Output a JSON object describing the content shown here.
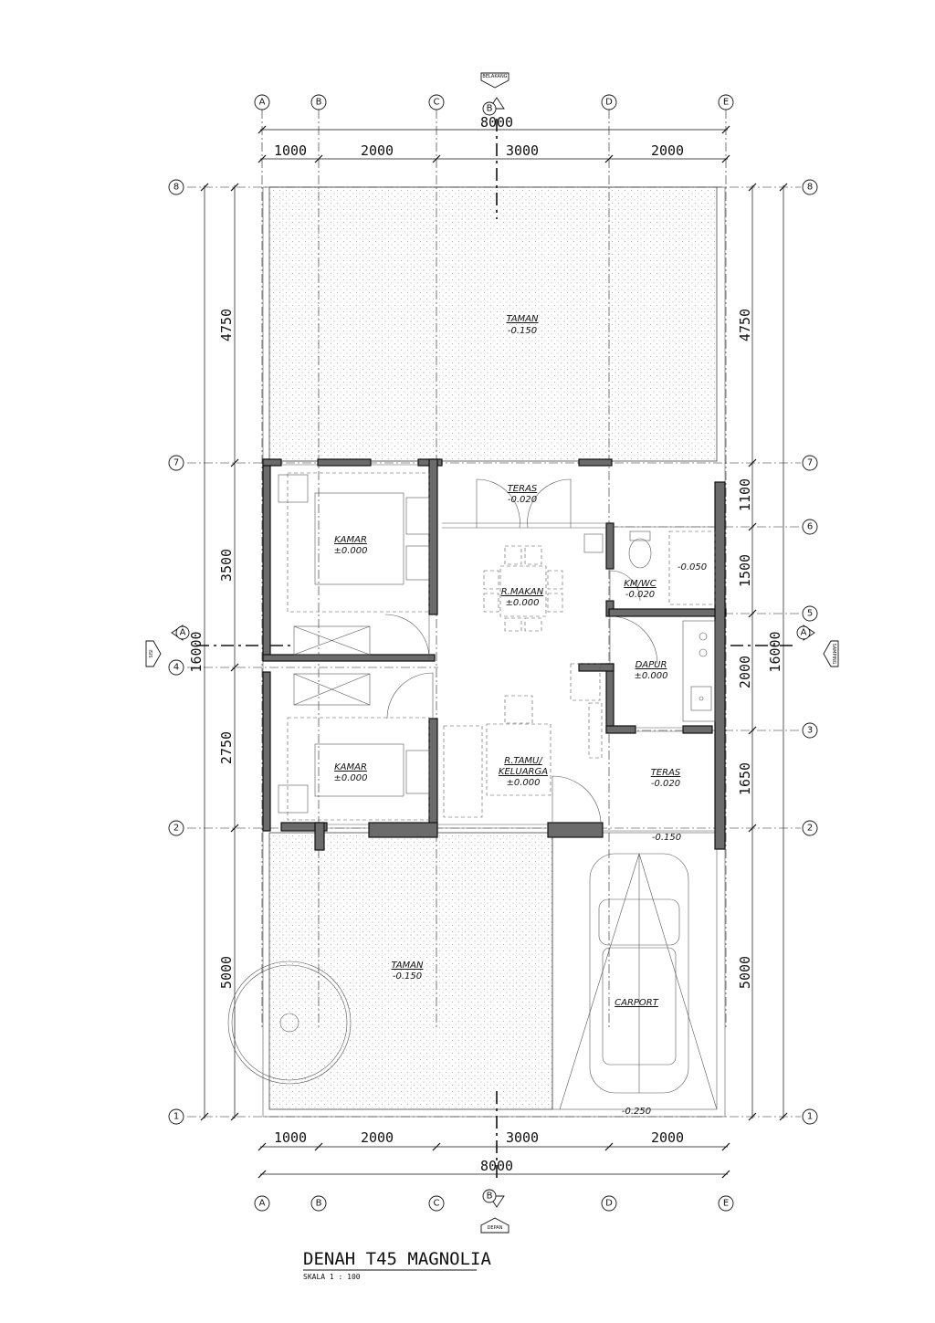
{
  "title": "DENAH T45 MAGNOLIA",
  "scale_label": "SKALA 1  :   100",
  "grid_columns": [
    "A",
    "B",
    "C",
    "D",
    "E"
  ],
  "grid_rows": [
    "8",
    "7",
    "6",
    "5",
    "4",
    "3",
    "2",
    "1"
  ],
  "horizontal_dimensions": [
    "1000",
    "2000",
    "3000",
    "2000"
  ],
  "total_width": "8000",
  "left_dimensions": [
    "4750",
    "3500",
    "2750",
    "5000"
  ],
  "right_dimensions": [
    "4750",
    "1100",
    "1500",
    "2000",
    "1650",
    "5000"
  ],
  "total_length": "16000",
  "section_marks": {
    "top": "B",
    "bottom": "B",
    "left": "A",
    "right": "A"
  },
  "arrow_labels": {
    "top": "BELAKANG",
    "bottom": "DEPAN",
    "left": "SISI",
    "right": "SAMPING"
  },
  "rooms": {
    "taman_back": {
      "name": "TAMAN",
      "level": "-0.150"
    },
    "teras_back": {
      "name": "TERAS",
      "level": "-0.020"
    },
    "kamar_top": {
      "name": "KAMAR",
      "level": "±0.000"
    },
    "r_makan": {
      "name": "R.MAKAN",
      "level": "±0.000"
    },
    "km_wc": {
      "name": "KM/WC",
      "level": "-0.020"
    },
    "wc_level": "-0.050",
    "dapur": {
      "name": "DAPUR",
      "level": "±0.000"
    },
    "kamar_bottom": {
      "name": "KAMAR",
      "level": "±0.000"
    },
    "r_tamu_1": "R.TAMU/",
    "r_tamu_2": "KELUARGA",
    "r_tamu_level": "±0.000",
    "teras_front": {
      "name": "TERAS",
      "level": "-0.020"
    },
    "teras_front_edge": "-0.150",
    "taman_front": {
      "name": "TAMAN",
      "level": "-0.150"
    },
    "carport": {
      "name": "CARPORT",
      "level": "-0.250"
    }
  }
}
